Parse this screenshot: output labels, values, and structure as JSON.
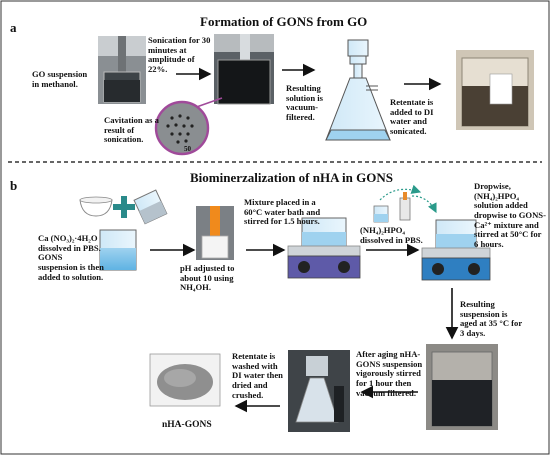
{
  "panel_a": {
    "letter": "a",
    "title": "Formation of GONS from GO",
    "step_gosusp": "GO suspension in methanol.",
    "step_sonication": "Sonication for 30 minutes at amplitude of 22%.",
    "step_cavitation": "Cavitation as a result of sonication.",
    "step_filter": "Resulting solution is vacuum-filtered.",
    "step_retentate": "Retentate is added to DI water and sonicated.",
    "zoom_label": "50"
  },
  "panel_b": {
    "letter": "b",
    "title": "Biominerzalization of nHA in GONS",
    "step_ca": "Ca (NO₃)₂·4H₂O dissolved in PBS. GONS suspension is then added to solution.",
    "step_ph": "pH adjusted to about 10 using NH₄OH.",
    "step_mix": "Mixture placed in a 60°C water bath and stirred for 1.5 hours.",
    "step_nh4": "(NH₄)₂HPO₄ dissolved in PBS.",
    "step_dropwise": "Dropwise, (NH₄)₂HPO₄ solution added dropwise to GONS-Ca²⁺ mixture and stirred at 50°C for 6 hours.",
    "step_aged": "Resulting suspension is aged at 35 °C for 3 days.",
    "step_after": "After aging nHA-GONS suspension vigorously stirred for 1 hour then vacuum filtered.",
    "step_retentate": "Retentate is washed with DI water then dried and crushed.",
    "product_label": "nHA-GONS"
  }
}
